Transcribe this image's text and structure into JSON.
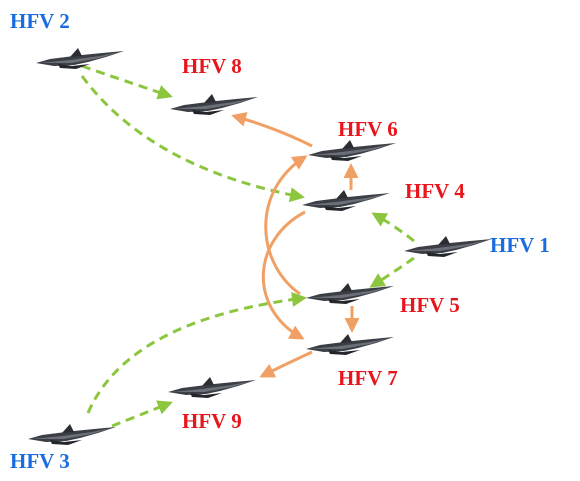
{
  "colors": {
    "leader_label": "#1a6ce0",
    "follower_label": "#e8161c",
    "leader_link": "#8cc63f",
    "follower_link": "#f0a065",
    "aircraft": "#3b3f45"
  },
  "icon": "hypersonic-aircraft-icon",
  "vehicles": {
    "hfv1": {
      "label": "HFV 1",
      "role": "leader"
    },
    "hfv2": {
      "label": "HFV 2",
      "role": "leader"
    },
    "hfv3": {
      "label": "HFV 3",
      "role": "leader"
    },
    "hfv4": {
      "label": "HFV 4",
      "role": "follower"
    },
    "hfv5": {
      "label": "HFV 5",
      "role": "follower"
    },
    "hfv6": {
      "label": "HFV 6",
      "role": "follower"
    },
    "hfv7": {
      "label": "HFV 7",
      "role": "follower"
    },
    "hfv8": {
      "label": "HFV 8",
      "role": "follower"
    },
    "hfv9": {
      "label": "HFV 9",
      "role": "follower"
    }
  },
  "links": [
    {
      "from": "HFV 1",
      "to": "HFV 4",
      "style": "dashed"
    },
    {
      "from": "HFV 1",
      "to": "HFV 5",
      "style": "dashed"
    },
    {
      "from": "HFV 2",
      "to": "HFV 8",
      "style": "dashed"
    },
    {
      "from": "HFV 2",
      "to": "HFV 4",
      "style": "dashed"
    },
    {
      "from": "HFV 3",
      "to": "HFV 5",
      "style": "dashed"
    },
    {
      "from": "HFV 3",
      "to": "HFV 9",
      "style": "dashed"
    },
    {
      "from": "HFV 6",
      "to": "HFV 8",
      "style": "solid"
    },
    {
      "from": "HFV 4",
      "to": "HFV 6",
      "style": "solid"
    },
    {
      "from": "HFV 5",
      "to": "HFV 6",
      "style": "solid"
    },
    {
      "from": "HFV 4",
      "to": "HFV 7",
      "style": "solid"
    },
    {
      "from": "HFV 5",
      "to": "HFV 7",
      "style": "solid"
    },
    {
      "from": "HFV 7",
      "to": "HFV 9",
      "style": "solid"
    }
  ]
}
